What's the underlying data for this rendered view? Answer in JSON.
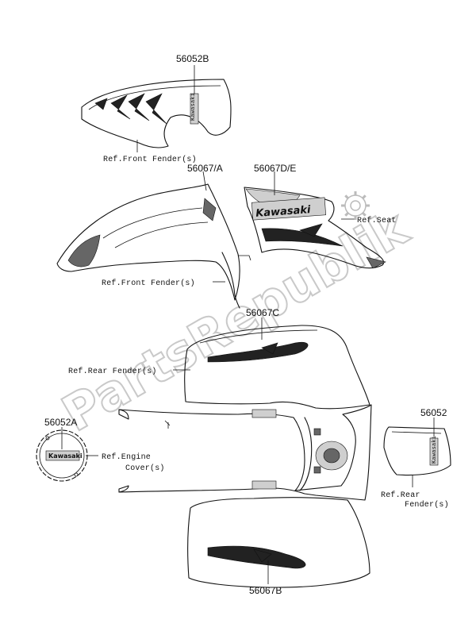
{
  "watermark": "PartsRepublik",
  "brand": "Kawasaki",
  "part_numbers": {
    "p56052B": "56052B",
    "p56067A": "56067/A",
    "p56067DE": "56067D/E",
    "p56067C": "56067C",
    "p56052A": "56052A",
    "p56052": "56052",
    "p56067B": "56067B"
  },
  "references": {
    "front_fender_1": "Ref.Front Fender(s)",
    "front_fender_2": "Ref.Front Fender(s)",
    "seat": "Ref.Seat",
    "rear_fender_1": "Ref.Rear Fender(s)",
    "engine_cover_l1": "Ref.Engine",
    "engine_cover_l2": "Cover(s)",
    "rear_fender_2_l1": "Ref.Rear",
    "rear_fender_2_l2": "Fender(s)"
  }
}
